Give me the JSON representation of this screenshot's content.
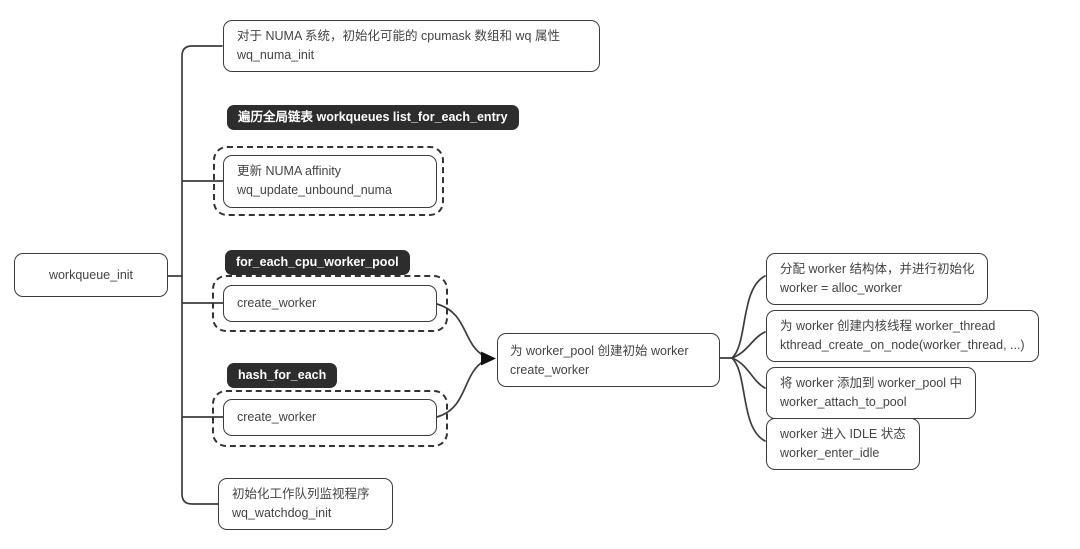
{
  "diagram": {
    "title_hint": "workqueue_init call flow mind map",
    "root": {
      "label": "workqueue_init"
    },
    "numa": {
      "line1": "对于 NUMA 系统，初始化可能的 cpumask 数组和 wq 属性",
      "line2": "wq_numa_init"
    },
    "group1": {
      "header_line1": "遍历全局链表 workqueues",
      "header_line2": "list_for_each_entry",
      "child_line1": "更新 NUMA affinity",
      "child_line2": "wq_update_unbound_numa"
    },
    "group2": {
      "header_line1": "for_each_cpu_worker_pool",
      "child_line1": "create_worker"
    },
    "group3": {
      "header_line1": "hash_for_each",
      "child_line1": "create_worker"
    },
    "watchdog": {
      "line1": "初始化工作队列监视程序",
      "line2": "wq_watchdog_init"
    },
    "center": {
      "line1": "为 worker_pool 创建初始 worker",
      "line2": "create_worker"
    },
    "right1": {
      "line1": "分配 worker 结构体，并进行初始化",
      "line2": "worker = alloc_worker"
    },
    "right2": {
      "line1": "为 worker 创建内核线程 worker_thread",
      "line2": "kthread_create_on_node(worker_thread, ...)"
    },
    "right3": {
      "line1": "将 worker 添加到 worker_pool 中",
      "line2": "worker_attach_to_pool"
    },
    "right4": {
      "line1": "worker 进入 IDLE 状态",
      "line2": "worker_enter_idle"
    },
    "colors": {
      "background": "#ffffff",
      "node_border": "#3d3d3d",
      "node_text": "#434343",
      "group_header_bg": "#2d2d2d",
      "group_header_text": "#ffffff",
      "connector": "#3d3d3d"
    }
  }
}
